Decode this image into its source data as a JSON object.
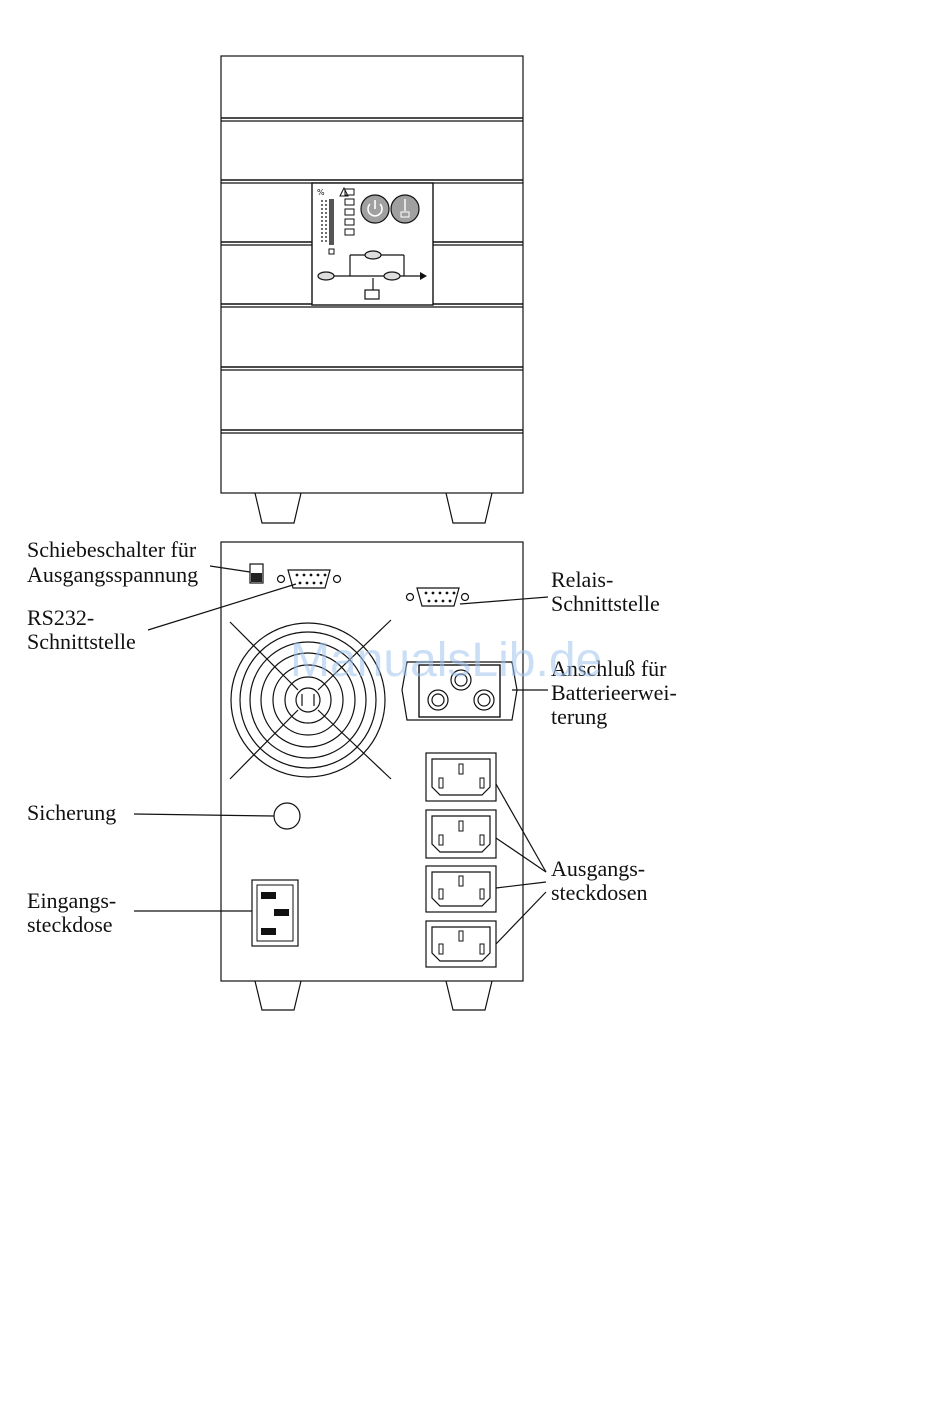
{
  "labels": {
    "slide_switch": [
      "Schiebeschalter für",
      "Ausgangsspannung"
    ],
    "rs232": [
      "RS232-",
      "Schnittstelle"
    ],
    "relay": [
      "Relais-",
      "Schnittstelle"
    ],
    "battery_ext": [
      "Anschluß für",
      "Batterieerwei-",
      "terung"
    ],
    "fuse": [
      "Sicherung"
    ],
    "input_socket": [
      "Eingangs-",
      "steckdose"
    ],
    "output_sockets": [
      "Ausgangs-",
      "steckdosen"
    ]
  },
  "watermark": "ManualsLib.de",
  "colors": {
    "watermark": "#9ec3ee",
    "line": "#111111",
    "panel_button": "#a0a0a0"
  }
}
